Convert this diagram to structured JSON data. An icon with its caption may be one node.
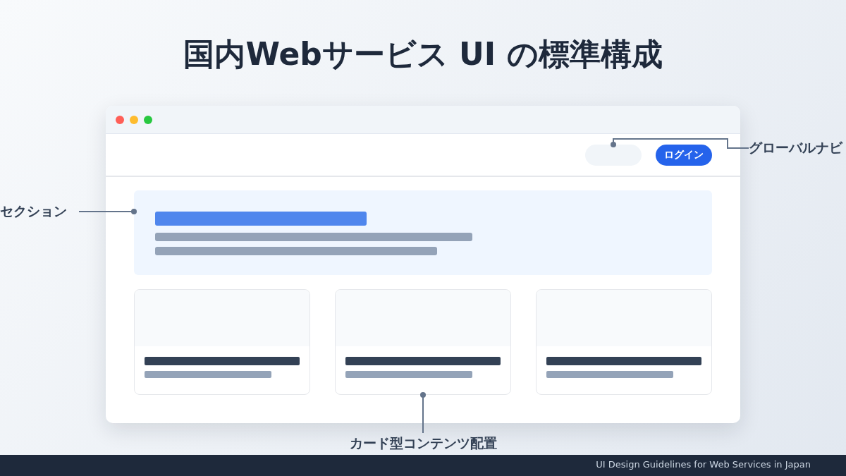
{
  "diagram": {
    "title": "国内Webサービス UI の標準構成",
    "caption": "UI Design Guidelines for Web Services in Japan",
    "nodes": [
      {
        "text": [],
        "shape": "box"
      },
      {
        "text": [],
        "shape": "box",
        "in": 0
      },
      {
        "text": [
          "ログイン"
        ],
        "in": 0
      },
      {
        "text": [],
        "shape": "box",
        "in": 0
      },
      {
        "text": [],
        "shape": "box",
        "in": 0
      },
      {
        "text": [],
        "shape": "box",
        "in": 0
      },
      {
        "text": [],
        "shape": "box",
        "in": 0
      },
      {
        "text": [
          "グローバルナビ"
        ]
      },
      {
        "text": [
          "セクション"
        ]
      },
      {
        "text": [
          "カード型コンテンツ配置"
        ]
      }
    ],
    "edges": [
      {
        "from": 7,
        "to": 1,
        "arrow": "other"
      },
      {
        "from": 8,
        "to": 3,
        "arrow": "other"
      },
      {
        "from": 9,
        "to": 5,
        "arrow": "other"
      }
    ]
  }
}
